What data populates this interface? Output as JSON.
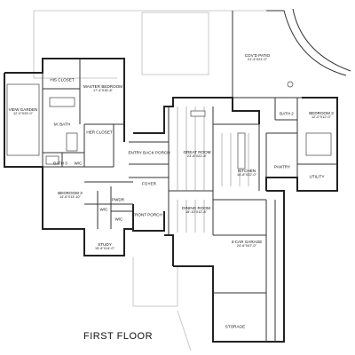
{
  "plan": {
    "title": "FIRST FLOOR",
    "rooms": [
      {
        "id": "covd-patio",
        "name": "COV'D PATIO",
        "dim": "21'-4\"x21'-0\""
      },
      {
        "id": "view-garden",
        "name": "VIEW GARDEN",
        "dim": "12'-0\"x29'-0\""
      },
      {
        "id": "his-closet",
        "name": "HIS CLOSET",
        "dim": ""
      },
      {
        "id": "master-bedroom",
        "name": "MASTER BEDROOM",
        "dim": "17'-4\"x16'-8\""
      },
      {
        "id": "m-bath",
        "name": "M. BATH",
        "dim": ""
      },
      {
        "id": "her-closet",
        "name": "HER CLOSET",
        "dim": ""
      },
      {
        "id": "entry-back-porch",
        "name": "ENTRY BACK PORCH",
        "dim": ""
      },
      {
        "id": "great-room",
        "name": "GREAT ROOM",
        "dim": "23'-8\"x22'-8\""
      },
      {
        "id": "bath-2",
        "name": "BATH 2",
        "dim": ""
      },
      {
        "id": "bedroom-2",
        "name": "BEDROOM 2",
        "dim": "12'-0\"x12'-0\""
      },
      {
        "id": "kitchen",
        "name": "KITCHEN",
        "dim": "14'-8\"x22'-0\""
      },
      {
        "id": "pantry",
        "name": "PANTRY",
        "dim": ""
      },
      {
        "id": "utility",
        "name": "UTILITY",
        "dim": ""
      },
      {
        "id": "bath-3",
        "name": "BATH 3",
        "dim": ""
      },
      {
        "id": "wic-1",
        "name": "W/C",
        "dim": ""
      },
      {
        "id": "foyer",
        "name": "FOYER",
        "dim": ""
      },
      {
        "id": "bedroom-3",
        "name": "BEDROOM 3",
        "dim": "14'-6\"x13'-10\""
      },
      {
        "id": "dining-room",
        "name": "DINING ROOM",
        "dim": "18'-10\"x12'-8\""
      },
      {
        "id": "wic-2",
        "name": "W/C",
        "dim": ""
      },
      {
        "id": "pwdr",
        "name": "PWDR",
        "dim": ""
      },
      {
        "id": "front-porch",
        "name": "FRONT PORCH",
        "dim": ""
      },
      {
        "id": "wic-3",
        "name": "W/C",
        "dim": ""
      },
      {
        "id": "study",
        "name": "STUDY",
        "dim": "15'-6\"x14'-0\""
      },
      {
        "id": "garage",
        "name": "3-CAR GARAGE",
        "dim": "24'-6\"x47'-0\""
      },
      {
        "id": "storage",
        "name": "STORAGE",
        "dim": ""
      }
    ]
  }
}
